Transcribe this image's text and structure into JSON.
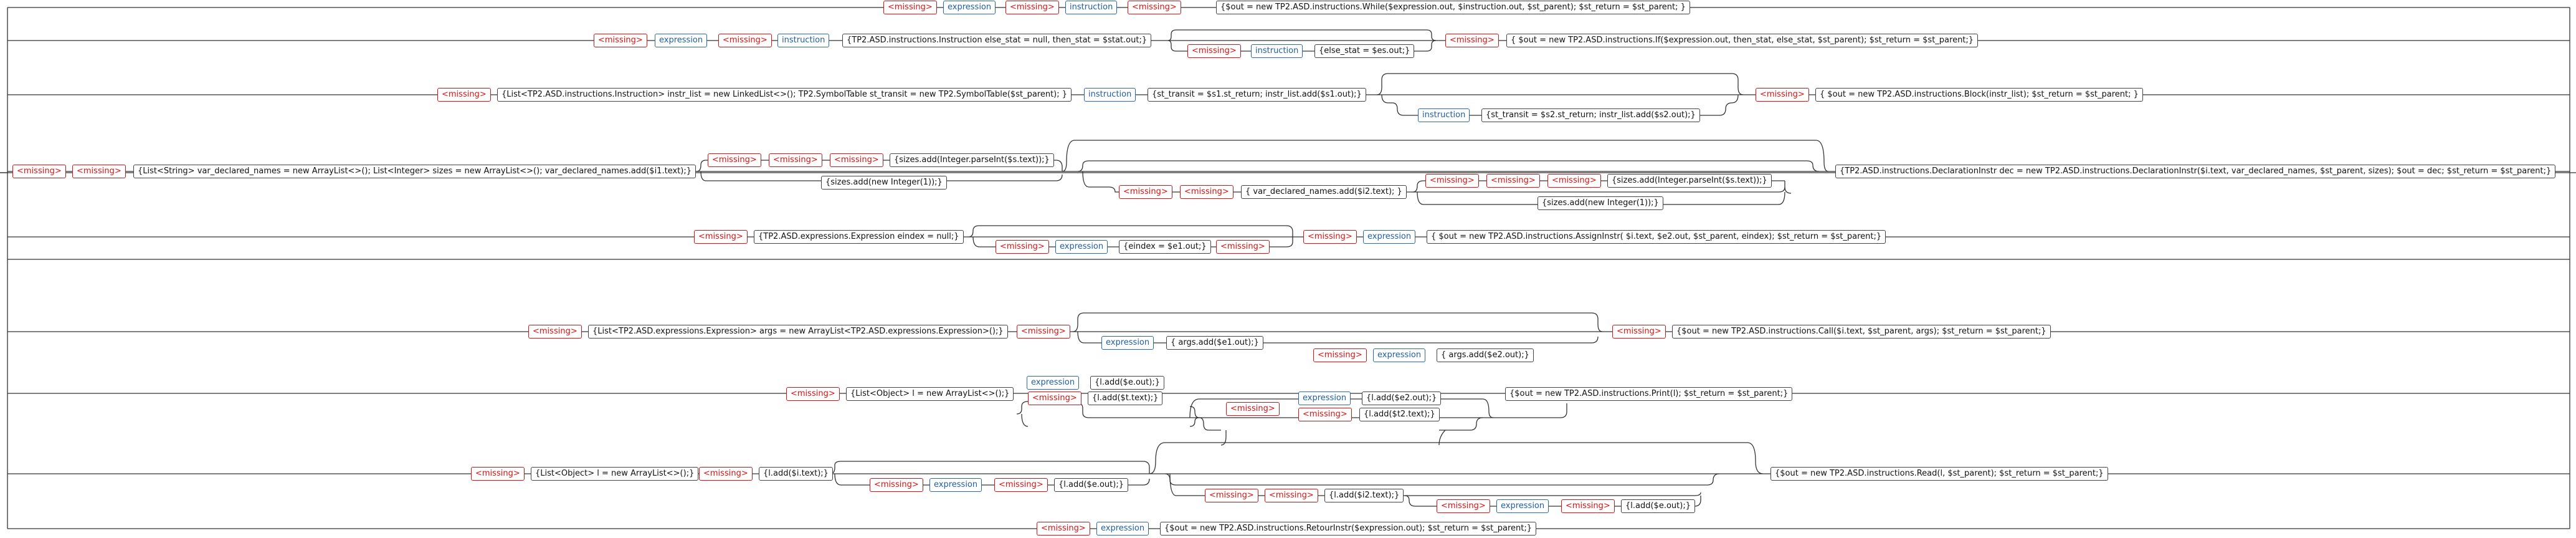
{
  "labels": {
    "missing": "<missing>",
    "expression": "expression",
    "instruction": "instruction"
  },
  "actions": {
    "while_out": "{$out = new TP2.ASD.instructions.While($expression.out, $instruction.out, $st_parent); $st_return = $st_parent; }",
    "if_init": "{TP2.ASD.instructions.Instruction else_stat = null, then_stat = $stat.out;}",
    "else_stat": "{else_stat = $es.out;}",
    "if_out": "{ $out = new TP2.ASD.instructions.If($expression.out, then_stat, else_stat, $st_parent); $st_return = $st_parent;}",
    "block_init": "{List<TP2.ASD.instructions.Instruction> instr_list = new LinkedList<>(); TP2.SymbolTable st_transit = new TP2.SymbolTable($st_parent); }",
    "block_first": "{st_transit = $s1.st_return; instr_list.add($s1.out);}",
    "block_next": "{st_transit = $s2.st_return; instr_list.add($s2.out);}",
    "block_out": "{ $out = new TP2.ASD.instructions.Block(instr_list); $st_return = $st_parent; }",
    "decl_init": "{List<String> var_declared_names = new ArrayList<>(); List<Integer> sizes = new ArrayList<>(); var_declared_names.add($i1.text);}",
    "sizes_parse1": "{sizes.add(Integer.parseInt($s.text));}",
    "sizes_default1": "{sizes.add(new Integer(1));}",
    "var_add": "{ var_declared_names.add($i2.text); }",
    "sizes_parse2": "{sizes.add(Integer.parseInt($s.text));}",
    "sizes_default2": "{sizes.add(new Integer(1));}",
    "decl_out": "{TP2.ASD.instructions.DeclarationInstr dec = new TP2.ASD.instructions.DeclarationInstr($i.text, var_declared_names, $st_parent, sizes); $out = dec; $st_return = $st_parent;}",
    "assign_init": "{TP2.ASD.expressions.Expression eindex = null;}",
    "eindex": "{eindex = $e1.out;}",
    "assign_out": "{ $out = new TP2.ASD.instructions.AssignInstr( $i.text, $e2.out, $st_parent, eindex); $st_return = $st_parent;}",
    "call_init": "{List<TP2.ASD.expressions.Expression> args = new ArrayList<TP2.ASD.expressions.Expression>();}",
    "args_e1": "{ args.add($e1.out);}",
    "args_e2": "{ args.add($e2.out);}",
    "call_out": "{$out = new TP2.ASD.instructions.Call($i.text, $st_parent, args); $st_return = $st_parent;}",
    "print_init": "{List<Object> l = new ArrayList<>();}",
    "print_e": "{l.add($e.out);}",
    "print_t": "{l.add($t.text);}",
    "print_e2": "{l.add($e2.out);}",
    "print_t2": "{l.add($t2.text);}",
    "print_out": "{$out = new TP2.ASD.instructions.Print(l); $st_return = $st_parent;}",
    "read_init": "{List<Object> l = new ArrayList<>();}",
    "read_i": "{l.add($i.text);}",
    "read_e": "{l.add($e.out);}",
    "read_i2": "{l.add($i2.text);}",
    "read_e2": "{l.add($e.out);}",
    "read_out": "{$out = new TP2.ASD.instructions.Read(l, $st_parent); $st_return = $st_parent;}",
    "return_out": "{$out = new TP2.ASD.instructions.RetourInstr($expression.out); $st_return = $st_parent;}"
  },
  "colors": {
    "missing": "#e01010",
    "reference": "#1f5fa0",
    "action": "#111111",
    "line": "#333333"
  }
}
